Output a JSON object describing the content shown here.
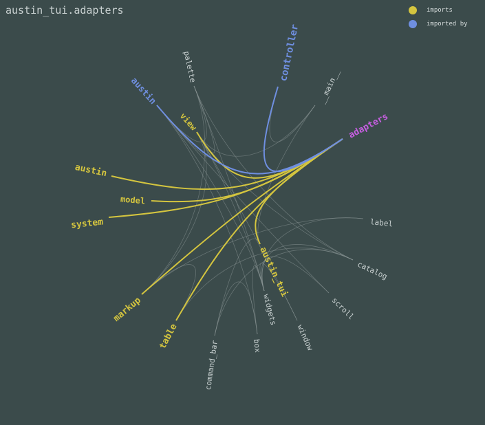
{
  "title": "austin_tui.adapters",
  "legend": {
    "items": [
      {
        "label": "imports",
        "color": "#d4c53f"
      },
      {
        "label": "imported by",
        "color": "#6f8fe0"
      }
    ]
  },
  "colors": {
    "background": "#3b4b4b",
    "imports": "#d4c53f",
    "imported_by": "#6f8fe0",
    "focus": "#c65fe0",
    "neutral_text": "#c9d1d1",
    "neutral_edge": "#8a9696"
  },
  "graph": {
    "focus": "adapters",
    "nodes": [
      {
        "id": "adapters",
        "label": "adapters",
        "role": "focus"
      },
      {
        "id": "controller",
        "label": "controller",
        "role": "imported_by"
      },
      {
        "id": "austin_view",
        "label": "austin",
        "role": "imported_by"
      },
      {
        "id": "view",
        "label": "view",
        "role": "imports"
      },
      {
        "id": "austin",
        "label": "austin",
        "role": "imports"
      },
      {
        "id": "model",
        "label": "model",
        "role": "imports"
      },
      {
        "id": "system",
        "label": "system",
        "role": "imports"
      },
      {
        "id": "austin_tui",
        "label": "austin_tui",
        "role": "imports"
      },
      {
        "id": "markup",
        "label": "markup",
        "role": "imports"
      },
      {
        "id": "table",
        "label": "table",
        "role": "imports"
      },
      {
        "id": "palette",
        "label": "palette",
        "role": "other"
      },
      {
        "id": "main",
        "label": "__main__",
        "role": "other"
      },
      {
        "id": "label",
        "label": "label",
        "role": "other"
      },
      {
        "id": "catalog",
        "label": "catalog",
        "role": "other"
      },
      {
        "id": "scroll",
        "label": "scroll",
        "role": "other"
      },
      {
        "id": "window",
        "label": "window",
        "role": "other"
      },
      {
        "id": "box",
        "label": "box",
        "role": "other"
      },
      {
        "id": "widgets",
        "label": "widgets",
        "role": "other"
      },
      {
        "id": "command_bar",
        "label": "command_bar",
        "role": "other"
      }
    ],
    "edges": [
      {
        "from": "adapters",
        "to": "view",
        "kind": "imports"
      },
      {
        "from": "adapters",
        "to": "austin",
        "kind": "imports"
      },
      {
        "from": "adapters",
        "to": "model",
        "kind": "imports"
      },
      {
        "from": "adapters",
        "to": "system",
        "kind": "imports"
      },
      {
        "from": "adapters",
        "to": "austin_tui",
        "kind": "imports"
      },
      {
        "from": "adapters",
        "to": "markup",
        "kind": "imports"
      },
      {
        "from": "adapters",
        "to": "table",
        "kind": "imports"
      },
      {
        "from": "controller",
        "to": "adapters",
        "kind": "imported_by"
      },
      {
        "from": "austin_view",
        "to": "adapters",
        "kind": "imported_by"
      },
      {
        "from": "palette",
        "to": "widgets",
        "kind": "other"
      },
      {
        "from": "palette",
        "to": "markup",
        "kind": "other"
      },
      {
        "from": "palette",
        "to": "catalog",
        "kind": "other"
      },
      {
        "from": "main",
        "to": "austin_tui",
        "kind": "other"
      },
      {
        "from": "main",
        "to": "view",
        "kind": "other"
      },
      {
        "from": "main",
        "to": "controller",
        "kind": "other"
      },
      {
        "from": "view",
        "to": "widgets",
        "kind": "other"
      },
      {
        "from": "view",
        "to": "catalog",
        "kind": "other"
      },
      {
        "from": "view",
        "to": "window",
        "kind": "other"
      },
      {
        "from": "view",
        "to": "palette",
        "kind": "other"
      },
      {
        "from": "view",
        "to": "markup",
        "kind": "other"
      },
      {
        "from": "austin_view",
        "to": "view",
        "kind": "other"
      },
      {
        "from": "austin_view",
        "to": "widgets",
        "kind": "other"
      },
      {
        "from": "austin_view",
        "to": "box",
        "kind": "other"
      },
      {
        "from": "austin_view",
        "to": "scroll",
        "kind": "other"
      },
      {
        "from": "austin_view",
        "to": "palette",
        "kind": "other"
      },
      {
        "from": "label",
        "to": "widgets",
        "kind": "other"
      },
      {
        "from": "label",
        "to": "markup",
        "kind": "other"
      },
      {
        "from": "catalog",
        "to": "table",
        "kind": "other"
      },
      {
        "from": "catalog",
        "to": "widgets",
        "kind": "other"
      },
      {
        "from": "catalog",
        "to": "command_bar",
        "kind": "other"
      },
      {
        "from": "scroll",
        "to": "widgets",
        "kind": "other"
      },
      {
        "from": "window",
        "to": "widgets",
        "kind": "other"
      },
      {
        "from": "box",
        "to": "widgets",
        "kind": "other"
      },
      {
        "from": "command_bar",
        "to": "box",
        "kind": "other"
      },
      {
        "from": "table",
        "to": "markup",
        "kind": "other"
      },
      {
        "from": "austin_tui",
        "to": "command_bar",
        "kind": "other"
      }
    ]
  }
}
